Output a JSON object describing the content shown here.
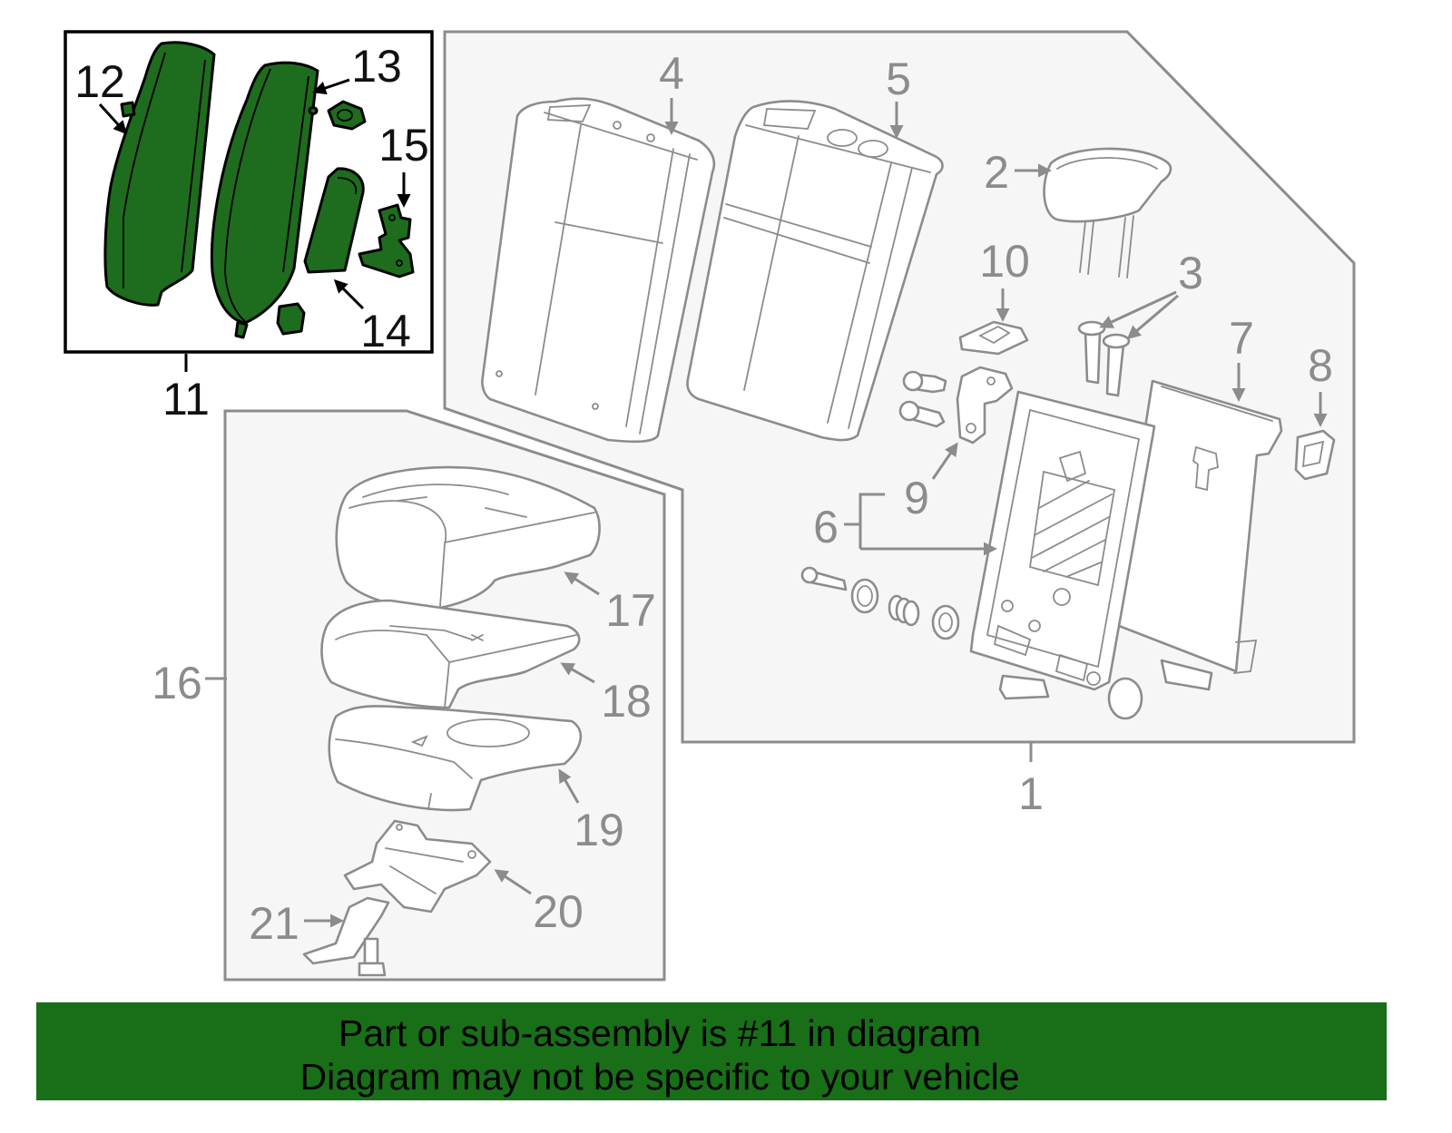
{
  "diagram": {
    "highlighted_part": "11",
    "callouts": {
      "part_1": "1",
      "part_2": "2",
      "part_3": "3",
      "part_4": "4",
      "part_5": "5",
      "part_6": "6",
      "part_7": "7",
      "part_8": "8",
      "part_9": "9",
      "part_10": "10",
      "part_11": "11",
      "part_12": "12",
      "part_13": "13",
      "part_14": "14",
      "part_15": "15",
      "part_16": "16",
      "part_17": "17",
      "part_18": "18",
      "part_19": "19",
      "part_20": "20",
      "part_21": "21"
    }
  },
  "banner": {
    "line1": "Part or sub-assembly is #11 in diagram",
    "line2": "Diagram may not be specific to your vehicle"
  },
  "colors": {
    "highlight_fill": "#1e6c1e",
    "banner_bg": "#186f18",
    "line_gray": "#8c8c8c",
    "panel_bg": "#f6f6f6"
  }
}
